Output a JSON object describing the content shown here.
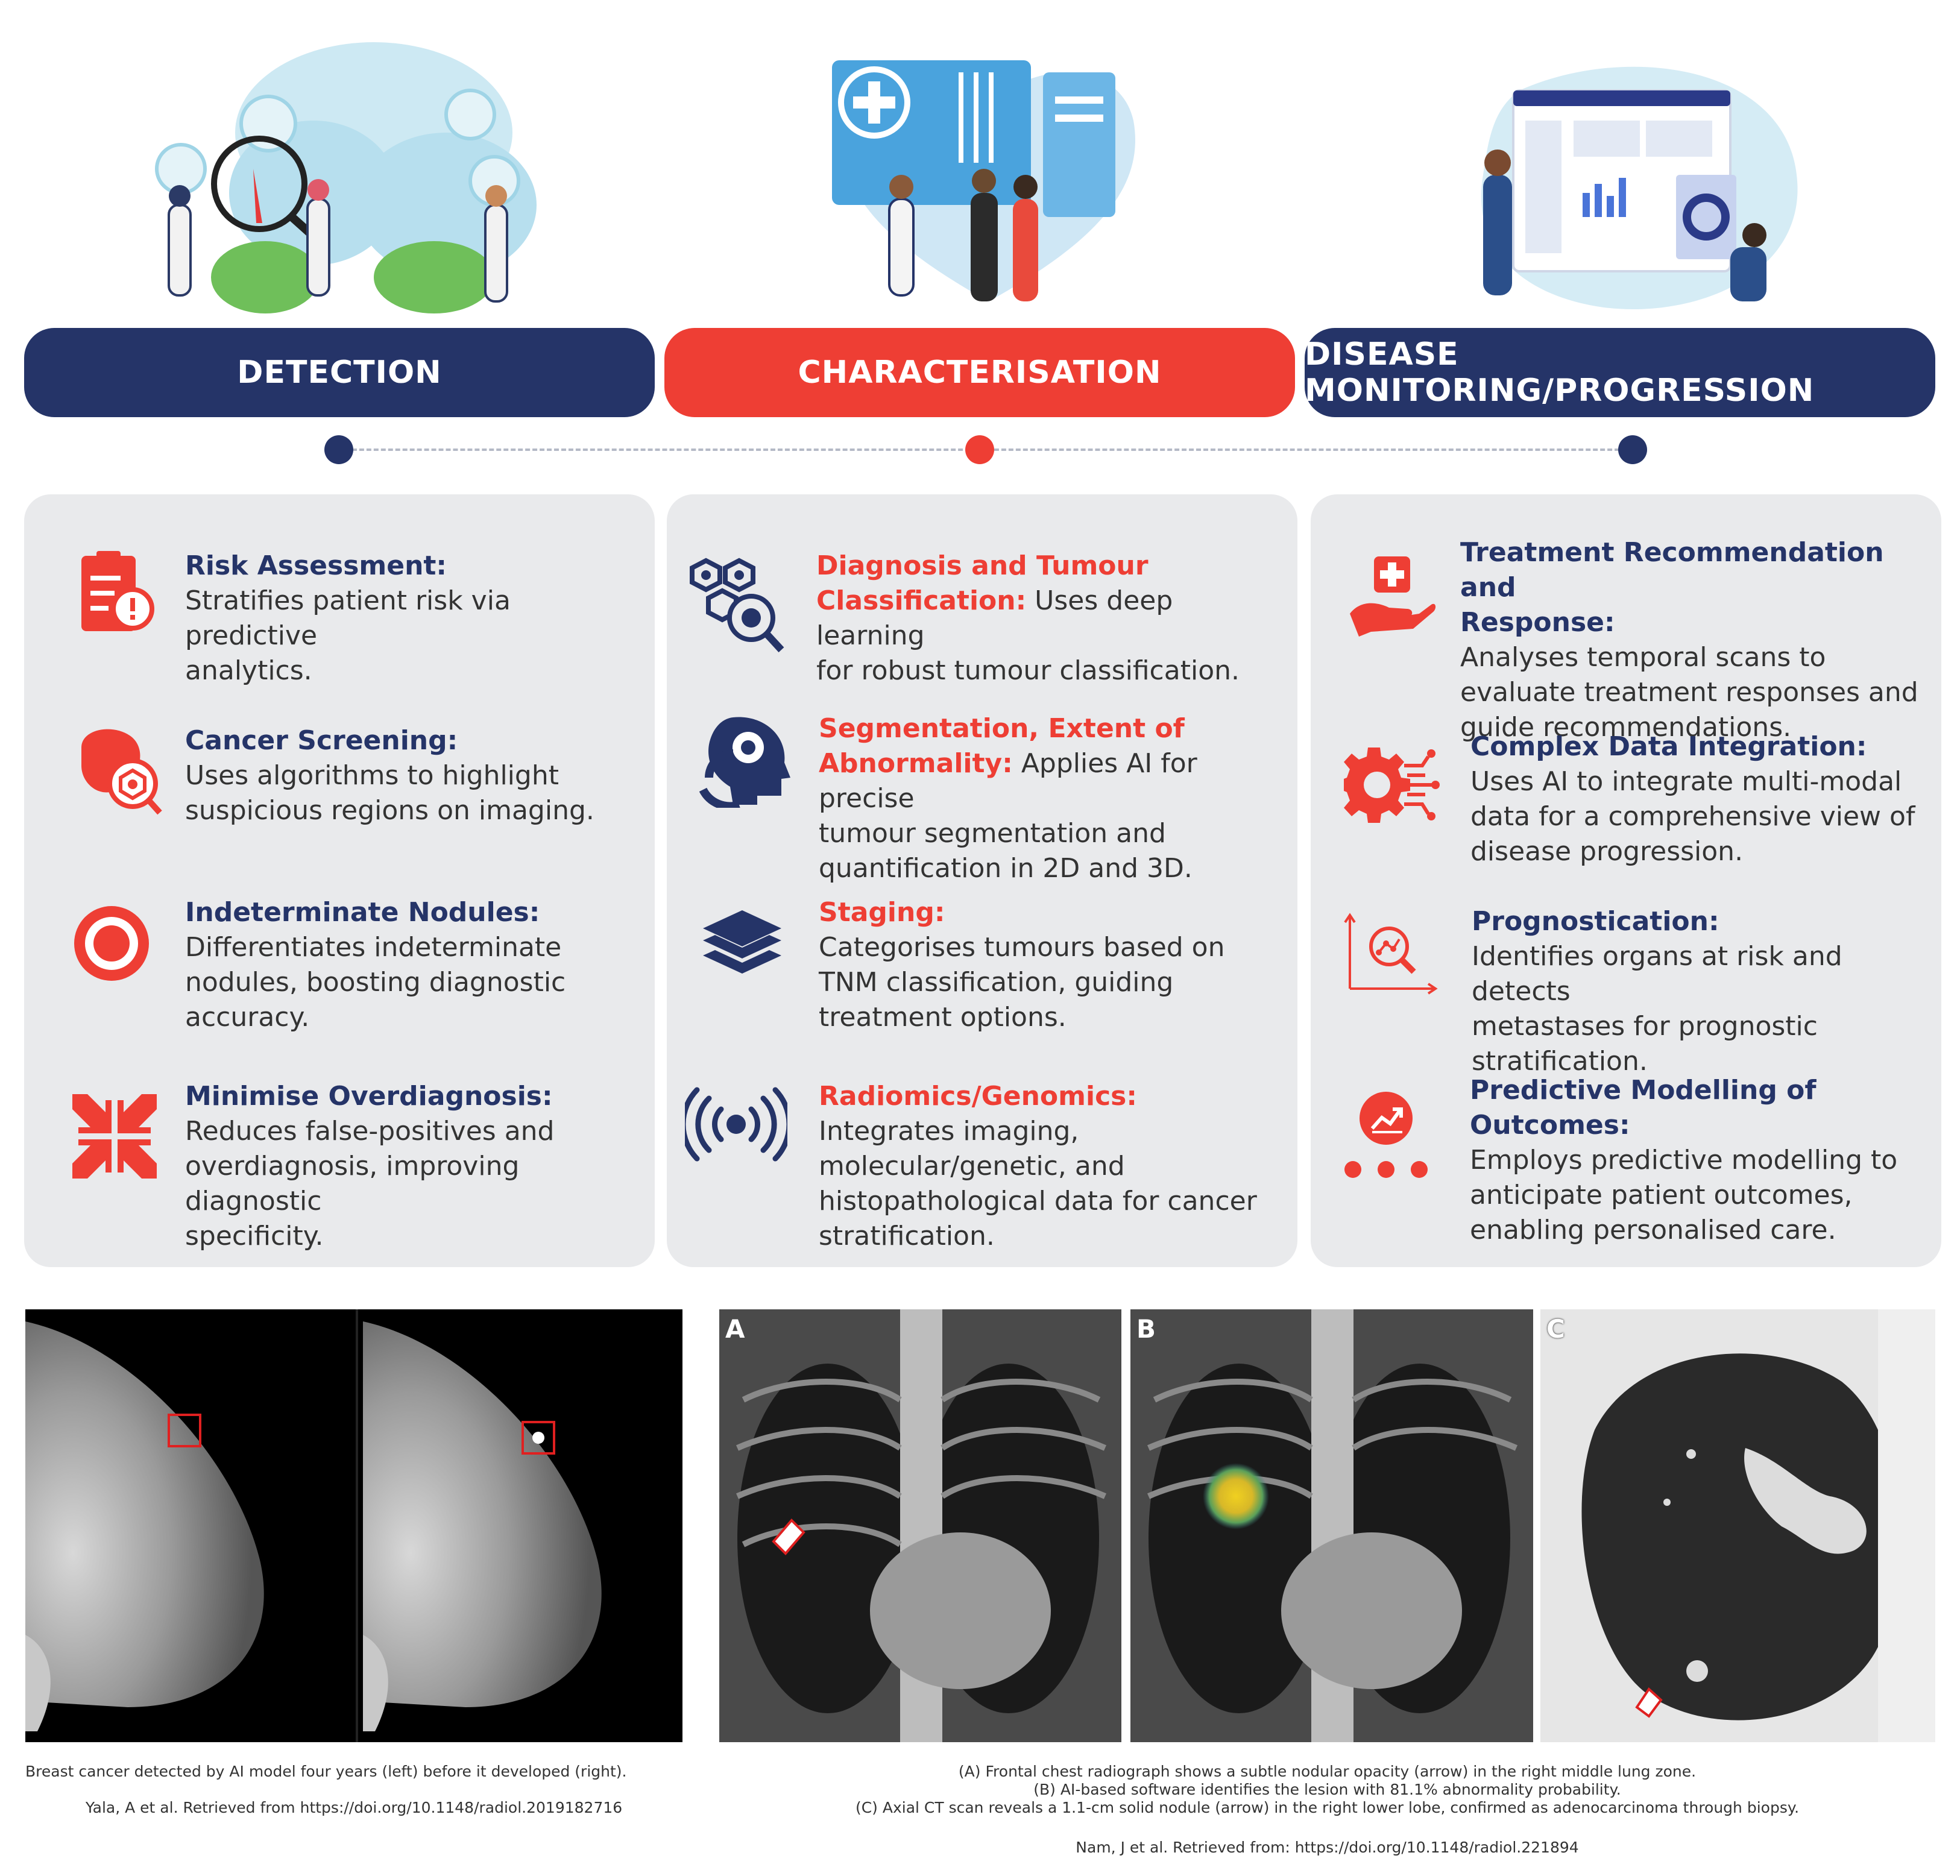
{
  "colors": {
    "navy": "#253468",
    "red": "#ee3e34",
    "panel_bg": "#e9eaec",
    "timeline_dash": "#b4b9c6"
  },
  "headers": {
    "detection": "DETECTION",
    "characterisation": "CHARACTERISATION",
    "monitoring": "DISEASE MONITORING/PROGRESSION"
  },
  "detection": {
    "items": [
      {
        "icon": "clipboard-alert-icon",
        "title": "Risk Assessment:",
        "lines": [
          "Stratifies patient risk via predictive",
          "analytics."
        ]
      },
      {
        "icon": "organ-scan-icon",
        "title": "Cancer Screening:",
        "lines": [
          "Uses algorithms to highlight",
          "suspicious regions on imaging."
        ]
      },
      {
        "icon": "target-icon",
        "title": "Indeterminate Nodules:",
        "lines": [
          "Differentiates indeterminate",
          "nodules, boosting diagnostic",
          "accuracy."
        ]
      },
      {
        "icon": "compress-arrows-icon",
        "title": "Minimise Overdiagnosis:",
        "lines": [
          "Reduces false-positives and",
          "overdiagnosis, improving diagnostic",
          "specificity."
        ]
      }
    ]
  },
  "characterisation": {
    "items": [
      {
        "icon": "cells-magnifier-icon",
        "title_line1": "Diagnosis and Tumour",
        "title_line2": "Classification:",
        "rest_line2": " Uses deep learning",
        "lines": [
          "for robust tumour classification."
        ]
      },
      {
        "icon": "head-segmentation-icon",
        "title_line1": "Segmentation, Extent of",
        "title_line2": "Abnormality:",
        "rest_line2": " Applies AI for precise",
        "lines": [
          "tumour segmentation and",
          "quantification in 2D and 3D."
        ]
      },
      {
        "icon": "layers-icon",
        "title": "Staging:",
        "lines": [
          "Categorises tumours based on",
          "TNM classification, guiding",
          "treatment options."
        ]
      },
      {
        "icon": "signal-waves-icon",
        "title": "Radiomics/Genomics:",
        "lines": [
          "Integrates imaging,",
          "molecular/genetic, and",
          "histopathological data for cancer",
          "stratification."
        ]
      }
    ]
  },
  "monitoring": {
    "items": [
      {
        "icon": "hand-medical-icon",
        "title_lines": [
          "Treatment Recommendation and",
          "Response:"
        ],
        "lines": [
          "Analyses temporal scans to",
          "evaluate treatment responses and",
          "guide recommendations."
        ]
      },
      {
        "icon": "gear-circuit-icon",
        "title_lines": [
          "Complex Data Integration:"
        ],
        "lines": [
          "Uses AI to integrate multi-modal",
          "data for a comprehensive view of",
          "disease progression."
        ]
      },
      {
        "icon": "chart-magnifier-icon",
        "title_lines": [
          "Prognostication:"
        ],
        "lines": [
          "Identifies organs at risk and detects",
          "metastases for prognostic",
          "stratification."
        ]
      },
      {
        "icon": "growth-chart-dots-icon",
        "title_lines": [
          "Predictive Modelling of Outcomes:"
        ],
        "lines": [
          "Employs predictive modelling to",
          "anticipate patient outcomes,",
          "enabling personalised care."
        ]
      }
    ]
  },
  "figures": {
    "mammo_caption": "Breast cancer detected by AI model four years (left) before it developed (right).",
    "mammo_source": "Yala, A et al. Retrieved from https://doi.org/10.1148/radiol.2019182716",
    "xray_letters": [
      "A",
      "B",
      "C"
    ],
    "xray_caption_lines": [
      "(A) Frontal chest radiograph shows a subtle nodular opacity (arrow) in the right middle lung zone.",
      "(B) AI-based software identifies the lesion with 81.1% abnormality probability.",
      "(C) Axial CT scan reveals a 1.1-cm solid nodule (arrow) in the right lower lobe, confirmed as adenocarcinoma through biopsy."
    ],
    "xray_source": "Nam, J et al. Retrieved from: https://doi.org/10.1148/radiol.221894"
  }
}
